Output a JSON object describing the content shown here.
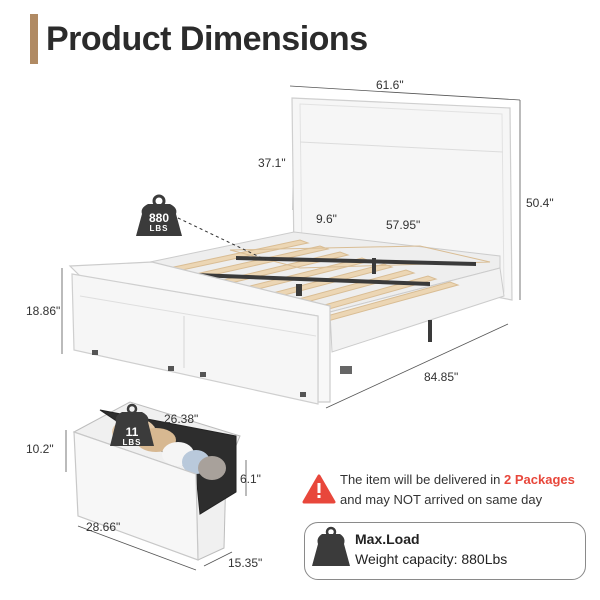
{
  "title": "Product Dimensions",
  "dimensions": {
    "headboard_width": "61.6\"",
    "headboard_height": "37.1\"",
    "total_height": "50.4\"",
    "side_gap": "9.6\"",
    "inner_width": "57.95\"",
    "footboard_height": "18.86\"",
    "length": "84.85\"",
    "drawer_depth": "26.38\"",
    "drawer_front_height": "10.2\"",
    "drawer_inner_height": "6.1\"",
    "drawer_width": "28.66\"",
    "drawer_side": "15.35\""
  },
  "bed_weight": {
    "value": "880",
    "unit": "LBS"
  },
  "drawer_weight": {
    "value": "11",
    "unit": "LBS"
  },
  "notice": {
    "text_before": "The item will be delivered in ",
    "highlight": "2 Packages",
    "text_after": "and may NOT arrived on same day"
  },
  "max_load": {
    "title": "Max.Load",
    "text": "Weight capacity: 880Lbs"
  },
  "colors": {
    "accent": "#b08a63",
    "warning": "#e8473b",
    "frame": "#f4f4f4",
    "slat": "#e8d2b0",
    "dark": "#333333"
  }
}
